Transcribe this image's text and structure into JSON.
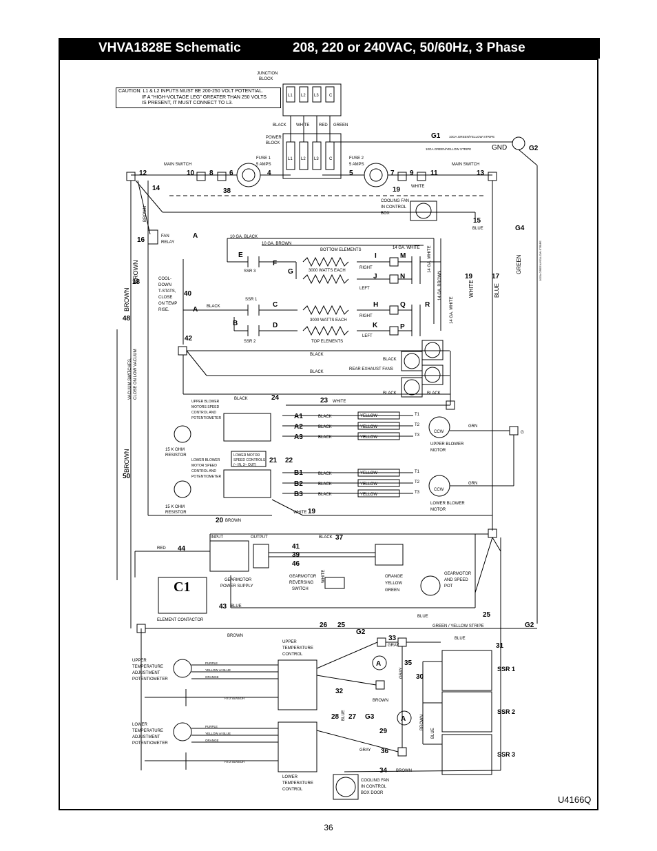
{
  "title": {
    "model": "VHVA1828E Schematic",
    "power": "208, 220 or 240VAC, 50/60Hz, 3 Phase"
  },
  "caution": {
    "line1": "CAUTION:  L1 & L2 INPUTS MUST BE 200-250 VOLT POTENTIAL.",
    "line2": "IF A \"HIGH-VOLTAGE LEG\" GREATER THAN 250 VOLTS",
    "line3": "IS PRESENT, IT MUST CONNECT TO L3."
  },
  "junction_block": {
    "label1": "JUNCTION",
    "label2": "BLOCK",
    "terminals": [
      "L1",
      "L2",
      "L3",
      "C"
    ]
  },
  "power_block": {
    "label1": "POWER",
    "label2": "BLOCK",
    "terminals": [
      "L1",
      "L2",
      "L3",
      "C"
    ]
  },
  "supply_wires": [
    "BLACK",
    "WHITE",
    "RED",
    "GREEN"
  ],
  "fuses": {
    "fuse1": {
      "label": "FUSE 1",
      "rating": "5 AMPS"
    },
    "fuse2": {
      "label": "FUSE 2",
      "rating": "5 AMPS"
    }
  },
  "ground": {
    "symbol": "GND",
    "g1": "G1",
    "g2": "G2",
    "g4": "G4",
    "wire1": "10GA.GREEN/YELLOW STRIPE",
    "wire2": "10GA.GREEN/YELLOW STRIPE"
  },
  "main_switch": "MAIN SWITCH",
  "cooling_fan_box": {
    "l1": "COOLING FAN",
    "l2": "IN CONTROL",
    "l3": "BOX"
  },
  "fan_relay": {
    "l1": "FAN",
    "l2": "RELAY"
  },
  "cooldown": {
    "l1": "COOL-",
    "l2": "DOWN",
    "l3": "T-STATS,",
    "l4": "CLOSE",
    "l5": "ON TEMP",
    "l6": "RISE."
  },
  "vacuum": {
    "l1": "VACUUM SWITCHES,",
    "l2": "CLOSE ON LOW VACUUM"
  },
  "elements": {
    "bottom": "BOTTOM ELEMENTS",
    "top": "TOP ELEMENTS",
    "watts_bottom": "3000 WATTS EACH",
    "watts_top": "3000 WATTS EACH",
    "right": "RIGHT",
    "left": "LEFT",
    "wire_10ga_black": "10 GA. BLACK",
    "wire_10ga_brown": "10 GA. BROWN",
    "wire_14ga_white": "14 GA. WHITE",
    "wire_14ga_white2": "14 GA. WHITE",
    "wire_14ga_brown": "14 GA. BROWN",
    "wire_14ga_white3": "14 GA. WHITE",
    "ssr_labels": [
      "SSR 3",
      "SSR 1",
      "SSR 2"
    ]
  },
  "exhaust": {
    "label": "REAR EXHAUST FANS"
  },
  "blower_upper": {
    "ctrl": [
      "UPPER BLOWER",
      "MOTORS SPEED",
      "CONTROL  AND",
      "POTENTIOMETER"
    ],
    "motor": [
      "UPPER BLOWER",
      "MOTOR"
    ],
    "resistor": [
      "15 K OHM",
      "RESISTOR"
    ],
    "phases": [
      "T1",
      "T2",
      "T3"
    ],
    "ccw": "CCW",
    "wires": [
      "YELLOW",
      "YELLOW",
      "YELLOW"
    ]
  },
  "blower_lower": {
    "ctrl": [
      "LOWER BLOWER",
      "MOTOR SPEED",
      "CONTROL  AND",
      "POTENTIOMETER"
    ],
    "motor": [
      "LOWER BLOWER",
      "MOTOR"
    ],
    "resistor": [
      "15 K OHM",
      "RESISTOR"
    ],
    "speed_box": [
      "LOWER MOTOR",
      "SPEED CONTROLS",
      "(~ IN, 3~ OUT)"
    ],
    "phases": [
      "T1",
      "T2",
      "T3"
    ],
    "ccw": "CCW",
    "wires": [
      "YELLOW",
      "YELLOW",
      "YELLOW"
    ]
  },
  "gearmotor": {
    "supply": [
      "GEARMOTOR",
      "POWER SUPPLY"
    ],
    "input": "INPUT",
    "output": "OUTPUT",
    "reversing": [
      "GEARMOTOR",
      "REVERSING",
      "SWITCH"
    ],
    "pot": [
      "GEARMOTOR",
      "AND SPEED",
      "POT"
    ],
    "wires": [
      "ORANGE",
      "YELLOW",
      "GREEN"
    ]
  },
  "contactor": {
    "symbol": "C1",
    "label": "ELEMENT  CONTACTOR"
  },
  "temp_control": {
    "upper": [
      "UPPER",
      "TEMPERATURE",
      "CONTROL"
    ],
    "lower": [
      "LOWER",
      "TEMPERATURE",
      "CONTROL"
    ],
    "upper_pot": [
      "UPPER",
      "TEMPERATURE",
      "ADJUSTMENT",
      "POTENTIOMETER"
    ],
    "lower_pot": [
      "LOWER",
      "TEMPERATURE",
      "ADJUSTMENT",
      "POTENTIOMETER"
    ],
    "pot_wires": [
      "PURPLE",
      "YELLOW or BLUE",
      "ORANGE"
    ],
    "rtd": "RTD SENSOR"
  },
  "door_fan": {
    "l1": "COOLING  FAN",
    "l2": "IN CONTROL",
    "l3": "BOX DOOR"
  },
  "ssr": [
    "SSR 1",
    "SSR 2",
    "SSR 3"
  ],
  "wire_colors": {
    "black": "BLACK",
    "white": "WHITE",
    "brown": "BROWN",
    "blue": "BLUE",
    "green": "GREEN",
    "gray": "GRAY",
    "red": "RED",
    "grn": "GRN",
    "gy": "GREEN / YELLOW STRIPE"
  },
  "numbers": {
    "n4": "4",
    "n5": "5",
    "n6": "6",
    "n7": "7",
    "n8": "8",
    "n9": "9",
    "n10": "10",
    "n11": "11",
    "n12": "12",
    "n13": "13",
    "n14": "14",
    "n15": "15",
    "n16": "16",
    "n17": "17",
    "n18": "18",
    "n19": "19",
    "n20": "20",
    "n21": "21",
    "n22": "22",
    "n23": "23",
    "n24": "24",
    "n25": "25",
    "n26": "26",
    "n27": "27",
    "n28": "28",
    "n29": "29",
    "n30": "30",
    "n31": "31",
    "n32": "32",
    "n33": "33",
    "n34": "34",
    "n35": "35",
    "n36": "36",
    "n37": "37",
    "n38": "38",
    "n39": "39",
    "n40": "40",
    "n41": "41",
    "n42": "42",
    "n43": "43",
    "n44": "44",
    "n46": "46",
    "n48": "48",
    "n50": "50",
    "g3": "G3"
  },
  "letters": {
    "A": "A",
    "B": "B",
    "C": "C",
    "D": "D",
    "E": "E",
    "F": "F",
    "G": "G",
    "H": "H",
    "I": "I",
    "J": "J",
    "K": "K",
    "M": "M",
    "N": "N",
    "P": "P",
    "Q": "Q",
    "R": "R",
    "A1": "A1",
    "A2": "A2",
    "A3": "A3",
    "B1": "B1",
    "B2": "B2",
    "B3": "B3"
  },
  "doc_id": "U4166Q",
  "page_number": "36"
}
